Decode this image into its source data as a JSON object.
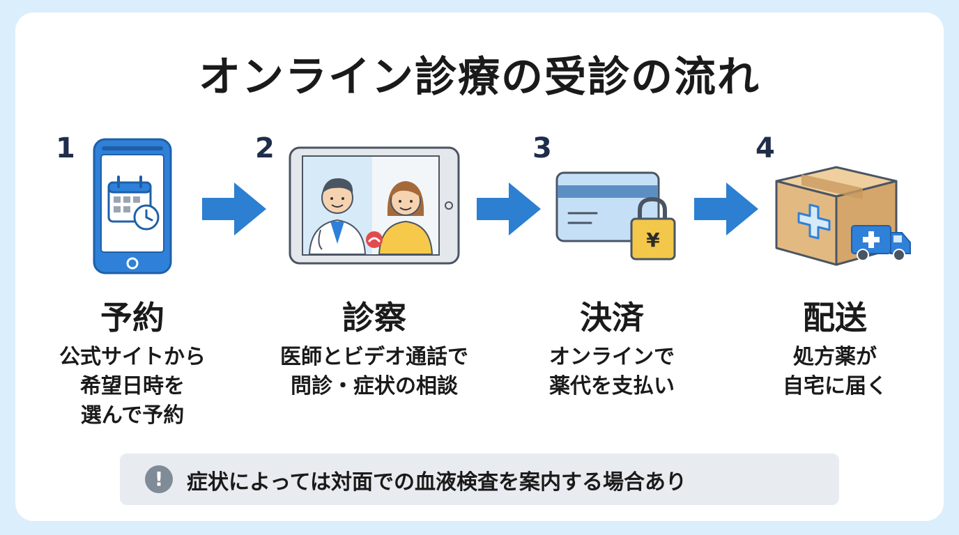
{
  "title": "オンライン診療の受診の流れ",
  "steps": [
    {
      "number": "1",
      "label": "予約",
      "desc": [
        "公式サイトから",
        "希望日時を",
        "選んで予約"
      ]
    },
    {
      "number": "2",
      "label": "診察",
      "desc": [
        "医師とビデオ通話で",
        "問診・症状の相談"
      ]
    },
    {
      "number": "3",
      "label": "決済",
      "desc": [
        "オンラインで",
        "薬代を支払い"
      ]
    },
    {
      "number": "4",
      "label": "配送",
      "desc": [
        "処方薬が",
        "自宅に届く"
      ]
    }
  ],
  "payment_symbol": "¥",
  "note": {
    "icon": "exclamation-icon",
    "symbol": "!",
    "text": "症状によっては対面での血液検査を案内する場合あり"
  },
  "colors": {
    "background": "#dbeefb",
    "card": "#ffffff",
    "accent_blue": "#2c7fd1",
    "note_bg": "#e8ebef"
  }
}
